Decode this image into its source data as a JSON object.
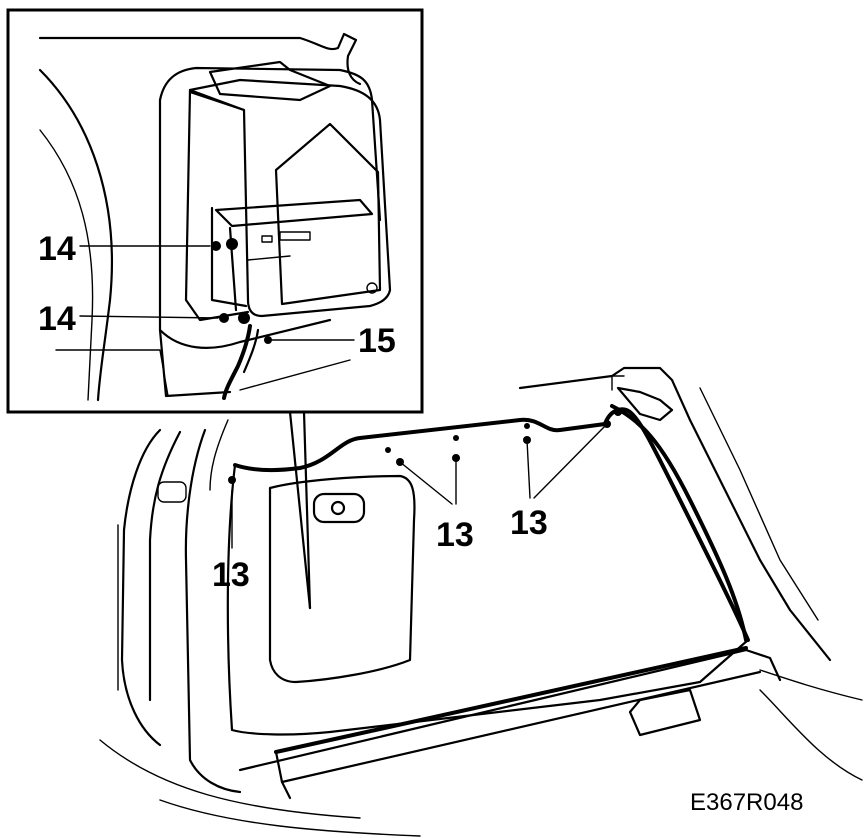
{
  "callouts": {
    "top_bracket": "14",
    "bottom_bracket": "14",
    "connector": "15",
    "clip_left": "13",
    "clip_middle": "13",
    "clip_right": "13"
  },
  "reference": "E367R048"
}
